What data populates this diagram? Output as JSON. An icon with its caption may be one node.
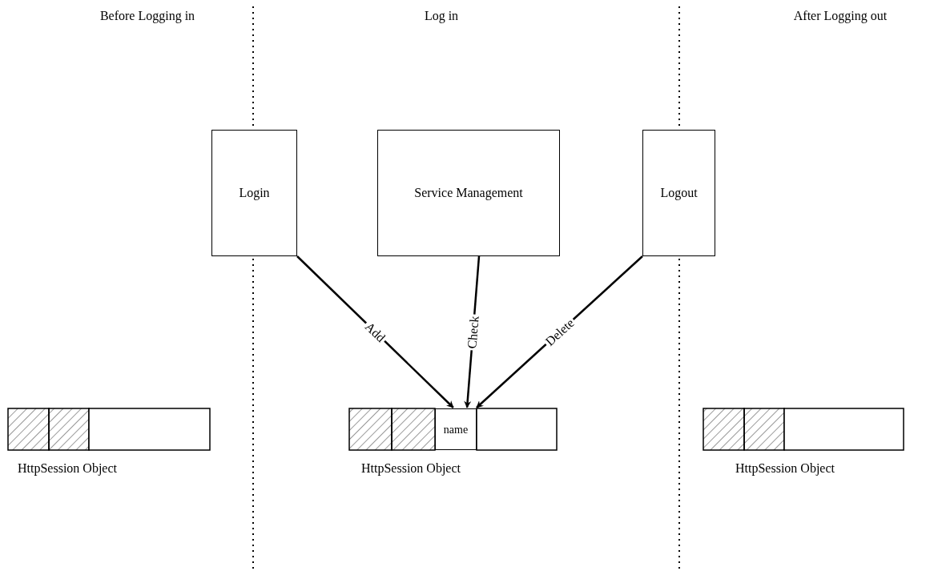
{
  "diagram": {
    "nodes": [
      {
        "text": [
          "Login"
        ]
      },
      {
        "text": [
          "Service Management"
        ]
      },
      {
        "text": [
          "Logout"
        ]
      },
      {
        "text": [
          "name"
        ]
      }
    ],
    "edges": [
      {
        "from": 0,
        "to": 3,
        "arrow": "to",
        "label": "Add"
      },
      {
        "from": 1,
        "to": 3,
        "arrow": "to",
        "label": "Check"
      },
      {
        "from": 2,
        "to": 3,
        "arrow": "to",
        "label": "Delete"
      }
    ],
    "labels": [
      "Before Logging in",
      "Log in",
      "After Logging out",
      "HttpSession Object",
      "HttpSession Object",
      "HttpSession Object"
    ]
  }
}
